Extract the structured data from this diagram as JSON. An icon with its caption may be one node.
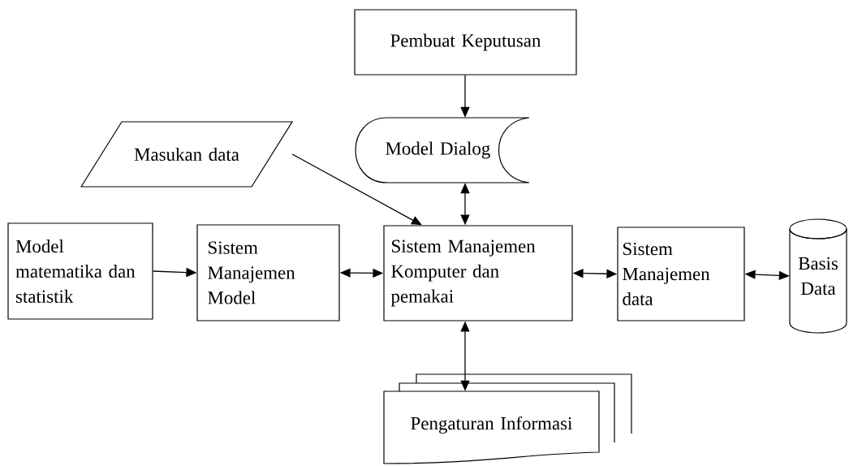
{
  "diagram": {
    "nodes": [
      {
        "text": [
          "Pembuat Keputusan"
        ]
      },
      {
        "text": [
          "Masukan  data"
        ]
      },
      {
        "text": [
          "Model Dialog"
        ]
      },
      {
        "text": [
          "Model matematika dan statistik"
        ]
      },
      {
        "text": [
          "Sistem Manajemen Model"
        ]
      },
      {
        "text": [
          "Sistem Manajemen Komputer dan pemakai"
        ]
      },
      {
        "text": [
          "Sistem Manajemen data"
        ]
      },
      {
        "text": [
          "Basis Data"
        ]
      },
      {
        "text": [
          "Pengaturan Informasi"
        ]
      }
    ],
    "edges": [
      {
        "from": 0,
        "to": 2,
        "arrow": "to"
      },
      {
        "from": 1,
        "to": 5,
        "arrow": "to"
      },
      {
        "from": 2,
        "to": 5,
        "arrow": "both"
      },
      {
        "from": 3,
        "to": 4,
        "arrow": "to"
      },
      {
        "from": 4,
        "to": 5,
        "arrow": "both"
      },
      {
        "from": 5,
        "to": 6,
        "arrow": "both"
      },
      {
        "from": 6,
        "to": 7,
        "arrow": "both"
      },
      {
        "from": 5,
        "to": 8,
        "arrow": "both"
      }
    ]
  }
}
